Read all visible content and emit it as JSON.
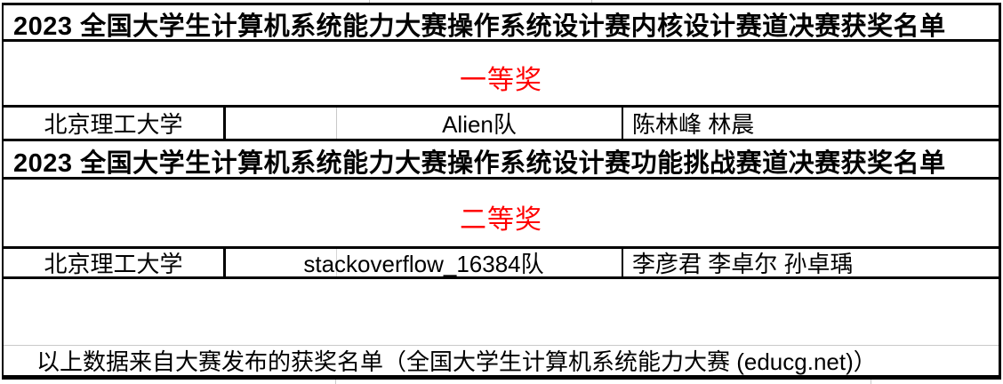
{
  "colors": {
    "award_red": "#ff0000",
    "border_black": "#000000",
    "gridline_gray": "#c9c9c9"
  },
  "sections": [
    {
      "title": "2023 全国大学生计算机系统能力大赛操作系统设计赛内核设计赛道决赛获奖名单",
      "award_tier": "一等奖",
      "rows": [
        {
          "school": "北京理工大学",
          "team": "Alien队",
          "members": "陈林峰 林晨"
        }
      ]
    },
    {
      "title": "2023 全国大学生计算机系统能力大赛操作系统设计赛功能挑战赛道决赛获奖名单",
      "award_tier": "二等奖",
      "rows": [
        {
          "school": "北京理工大学",
          "team": "stackoverflow_16384队",
          "members": "李彦君 李卓尔 孙卓瑀"
        }
      ]
    }
  ],
  "footer": {
    "note": "以上数据来自大赛发布的获奖名单（全国大学生计算机系统能力大赛 (educg.net)）"
  }
}
